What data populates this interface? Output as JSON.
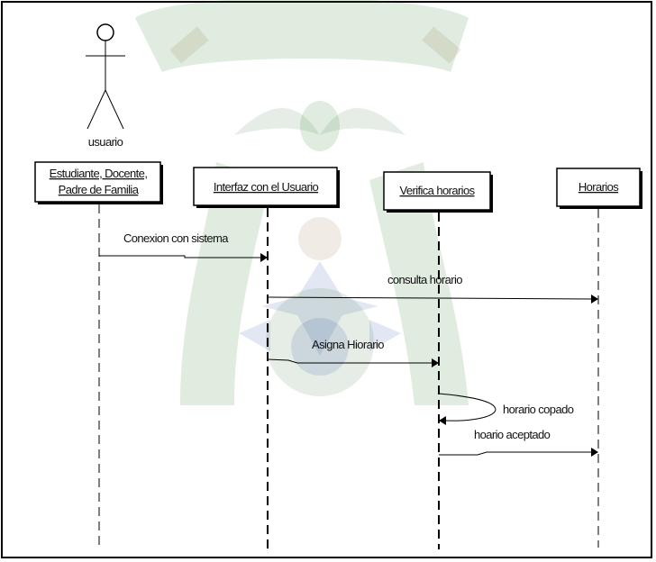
{
  "diagram": {
    "actor_label": "usuario",
    "lifelines": [
      {
        "id": "estudiante",
        "lines": [
          "Estudiante, Docente,",
          "Padre de Familia"
        ]
      },
      {
        "id": "interfaz",
        "lines": [
          "Interfaz con el  Usuario"
        ]
      },
      {
        "id": "verifica",
        "lines": [
          "Verifica horarios"
        ]
      },
      {
        "id": "horarios",
        "lines": [
          "Horarios"
        ]
      }
    ],
    "messages": [
      {
        "id": "conexion",
        "label": "Conexion con sistema",
        "from": "estudiante",
        "to": "interfaz"
      },
      {
        "id": "consulta",
        "label": "consulta horario",
        "from": "interfaz",
        "to": "horarios"
      },
      {
        "id": "asigna",
        "label": "Asigna Hiorario",
        "from": "interfaz",
        "to": "verifica"
      },
      {
        "id": "copado",
        "label": "horario copado",
        "from": "verifica",
        "to": "verifica"
      },
      {
        "id": "aceptado",
        "label": "hoario aceptado",
        "from": "verifica",
        "to": "horarios"
      }
    ]
  }
}
